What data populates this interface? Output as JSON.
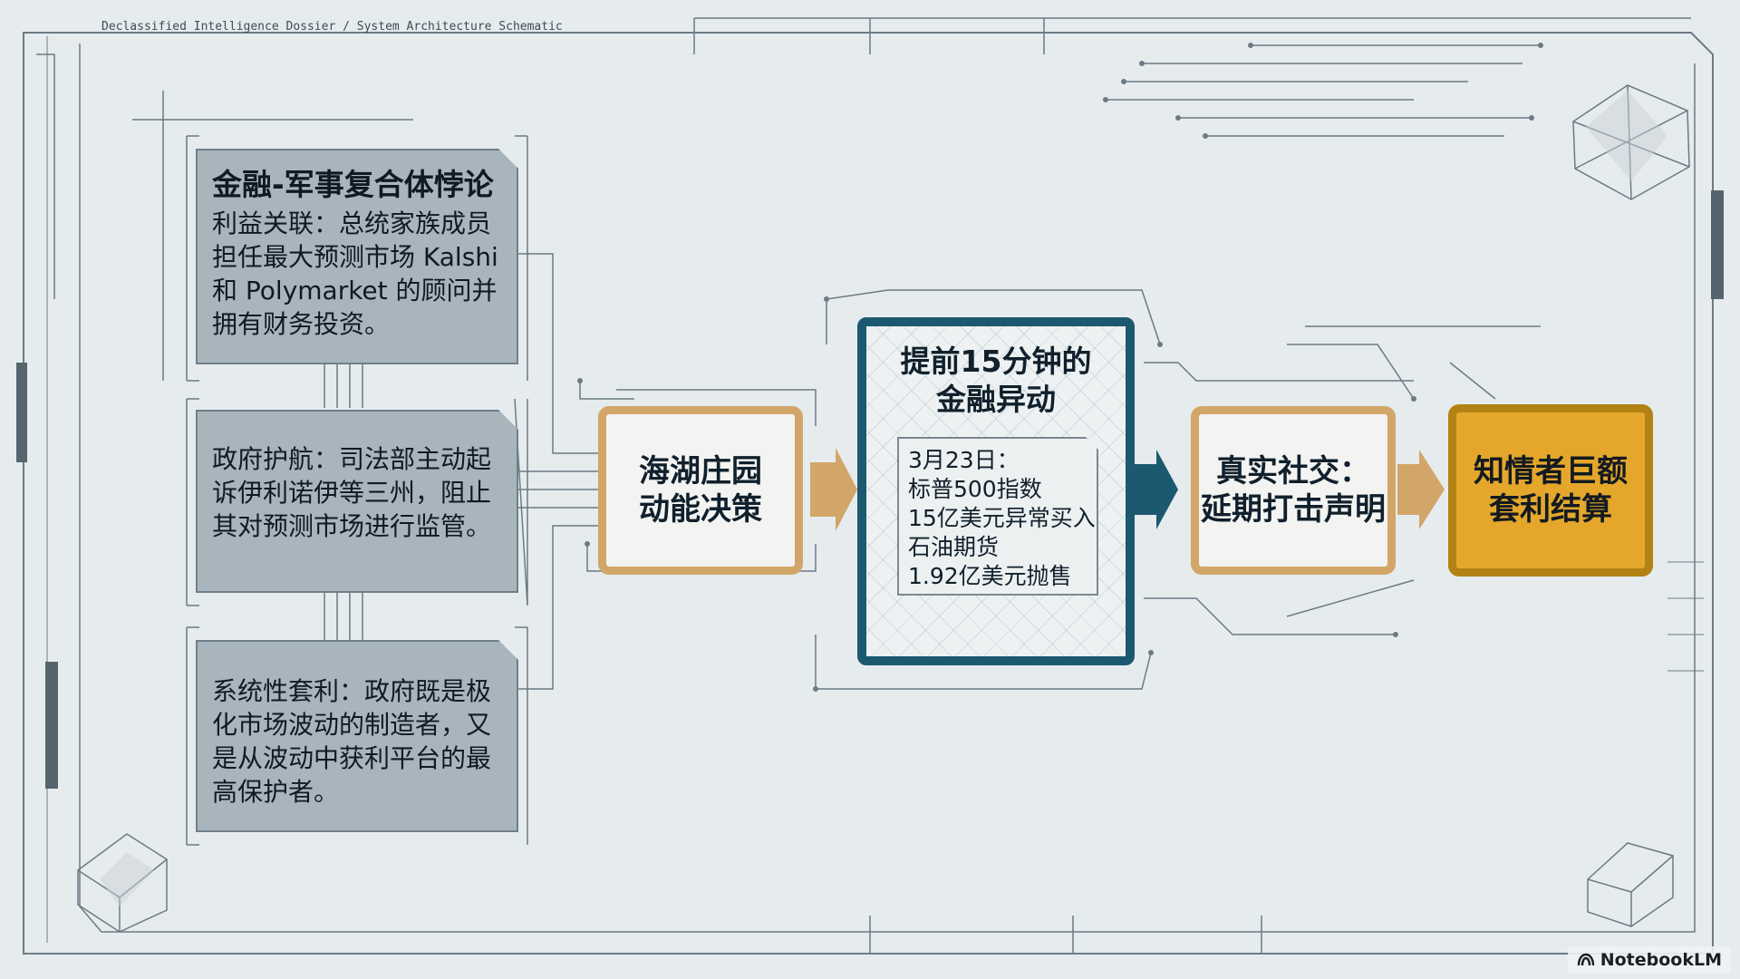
{
  "header": {
    "doc_label": "Declassified Intelligence Dossier / System Architecture Schematic"
  },
  "left_panel": {
    "boxes": [
      {
        "title": "金融-军事复合体悖论",
        "text": "利益关联：总统家族成员担任最大预测市场 Kalshi 和 Polymarket 的顾问并拥有财务投资。"
      },
      {
        "title": "",
        "text": "政府护航：司法部主动起诉伊利诺伊等三州，阻止其对预测市场进行监管。"
      },
      {
        "title": "",
        "text": "系统性套利：政府既是极化市场波动的制造者，又是从波动中获利平台的最高保护者。"
      }
    ]
  },
  "flow": {
    "step1": {
      "line1": "海湖庄园",
      "line2": "动能决策"
    },
    "step2": {
      "title_line1": "提前15分钟的",
      "title_line2": "金融异动",
      "details": [
        "3月23日：",
        "标普500指数",
        "15亿美元异常买入",
        "石油期货",
        "1.92亿美元抛售"
      ]
    },
    "step3": {
      "line1": "真实社交：",
      "line2": "延期打击声明"
    },
    "step4": {
      "line1": "知情者巨额",
      "line2": "套利结算"
    }
  },
  "badge": {
    "label": "NotebookLM",
    "icon": "notebooklm-logo-icon"
  },
  "colors": {
    "background": "#e6ecee",
    "tan": "#d2a669",
    "teal": "#1c5970",
    "gold": "#e4a72c",
    "slate": "#a9b5bd"
  }
}
